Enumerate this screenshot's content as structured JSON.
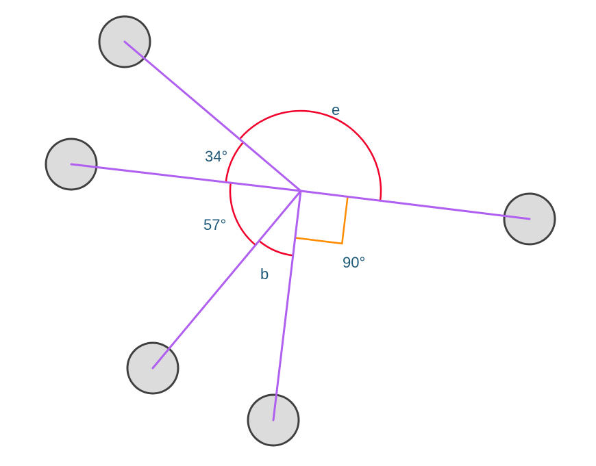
{
  "diagram": {
    "labels": {
      "angle_34": "34°",
      "angle_57": "57°",
      "angle_90": "90°",
      "angle_e": "e",
      "angle_b": "b"
    },
    "colors": {
      "ray": "#b060f0",
      "arc": "#f0002a",
      "right_angle": "#ff8c00",
      "node_fill": "#dcdcdc",
      "node_stroke": "#404040",
      "label": "#1f5a78"
    }
  }
}
